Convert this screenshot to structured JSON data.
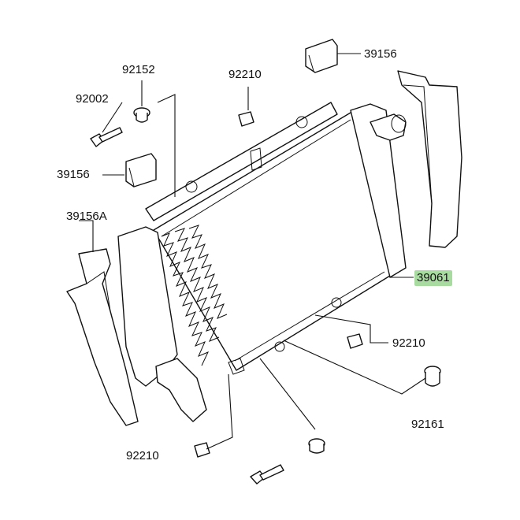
{
  "diagram": {
    "highlight_color": "#a8dba0",
    "callouts": {
      "pad_top_right": "39156",
      "bracket_mount_top": "92210",
      "collar_top": "92152",
      "bolt_top": "92002",
      "pad_left": "39156",
      "shroud_left": "39156A",
      "radiator": "39061",
      "nut_right": "92210",
      "grommet_right": "92161",
      "nut_bottom": "92210"
    }
  }
}
